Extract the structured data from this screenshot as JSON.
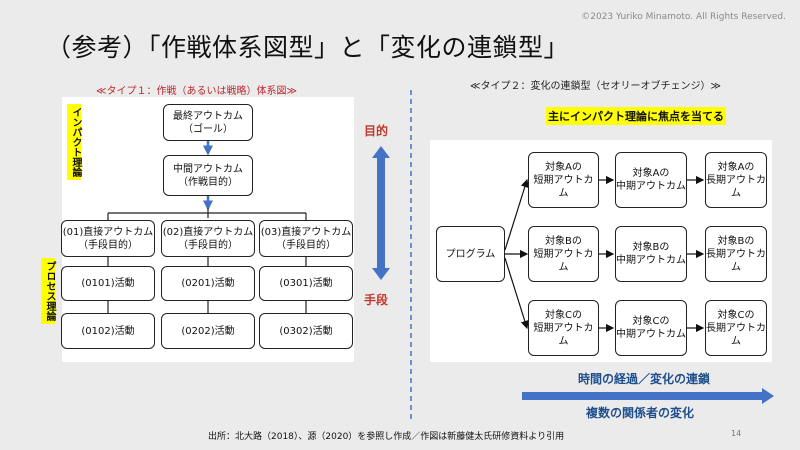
{
  "copyright": "©2023 Yuriko Minamoto. All Rights Reserved.",
  "title": "（参考）「作戦体系図型」と「変化の連鎖型」",
  "left": {
    "caption": "≪タイプ１：作戦（あるいは戦略）体系図≫",
    "impact_label": "インパクト理論",
    "process_label": "プロセス理論",
    "goal": [
      "最終アウトカム",
      "（ゴール）"
    ],
    "intermediate": [
      "中間アウトカム",
      "（作戦目的）"
    ],
    "direct": [
      [
        "(01)直接アウトカム",
        "（手段目的）"
      ],
      [
        "(02)直接アウトカム",
        "（手段目的）"
      ],
      [
        "(03)直接アウトカム",
        "（手段目的）"
      ]
    ],
    "activities_row1": [
      "(0101)活動",
      "(0201)活動",
      "(0301)活動"
    ],
    "activities_row2": [
      "(0102)活動",
      "(0202)活動",
      "(0302)活動"
    ],
    "purpose": "目的",
    "means": "手段"
  },
  "right": {
    "caption": "≪タイプ２：変化の連鎖型（セオリーオブチェンジ）≫",
    "highlight": "主にインパクト理論に焦点を当てる",
    "program": "プログラム",
    "rows": [
      [
        [
          "対象Aの",
          "短期アウトカム"
        ],
        [
          "対象Aの",
          "中期アウトカム"
        ],
        [
          "対象Aの",
          "長期アウトカム"
        ]
      ],
      [
        [
          "対象Bの",
          "短期アウトカム"
        ],
        [
          "対象Bの",
          "中期アウトカム"
        ],
        [
          "対象Bの",
          "長期アウトカム"
        ]
      ],
      [
        [
          "対象Cの",
          "短期アウトカム"
        ],
        [
          "対象Cの",
          "中期アウトカム"
        ],
        [
          "対象Cの",
          "長期アウトカム"
        ]
      ]
    ],
    "time_label": "時間の経過／変化の連鎖",
    "stakeholder_label": "複数の関係者の変化"
  },
  "footer": "出所：北大路（2018）、源（2020）を参照し作成／作図は新藤健太氏研修資料より引用",
  "page_number": "14",
  "colors": {
    "accent_blue": "#4472c4",
    "text_blue": "#1f4e8c",
    "red": "#c0392b",
    "highlight": "#ffff00"
  }
}
